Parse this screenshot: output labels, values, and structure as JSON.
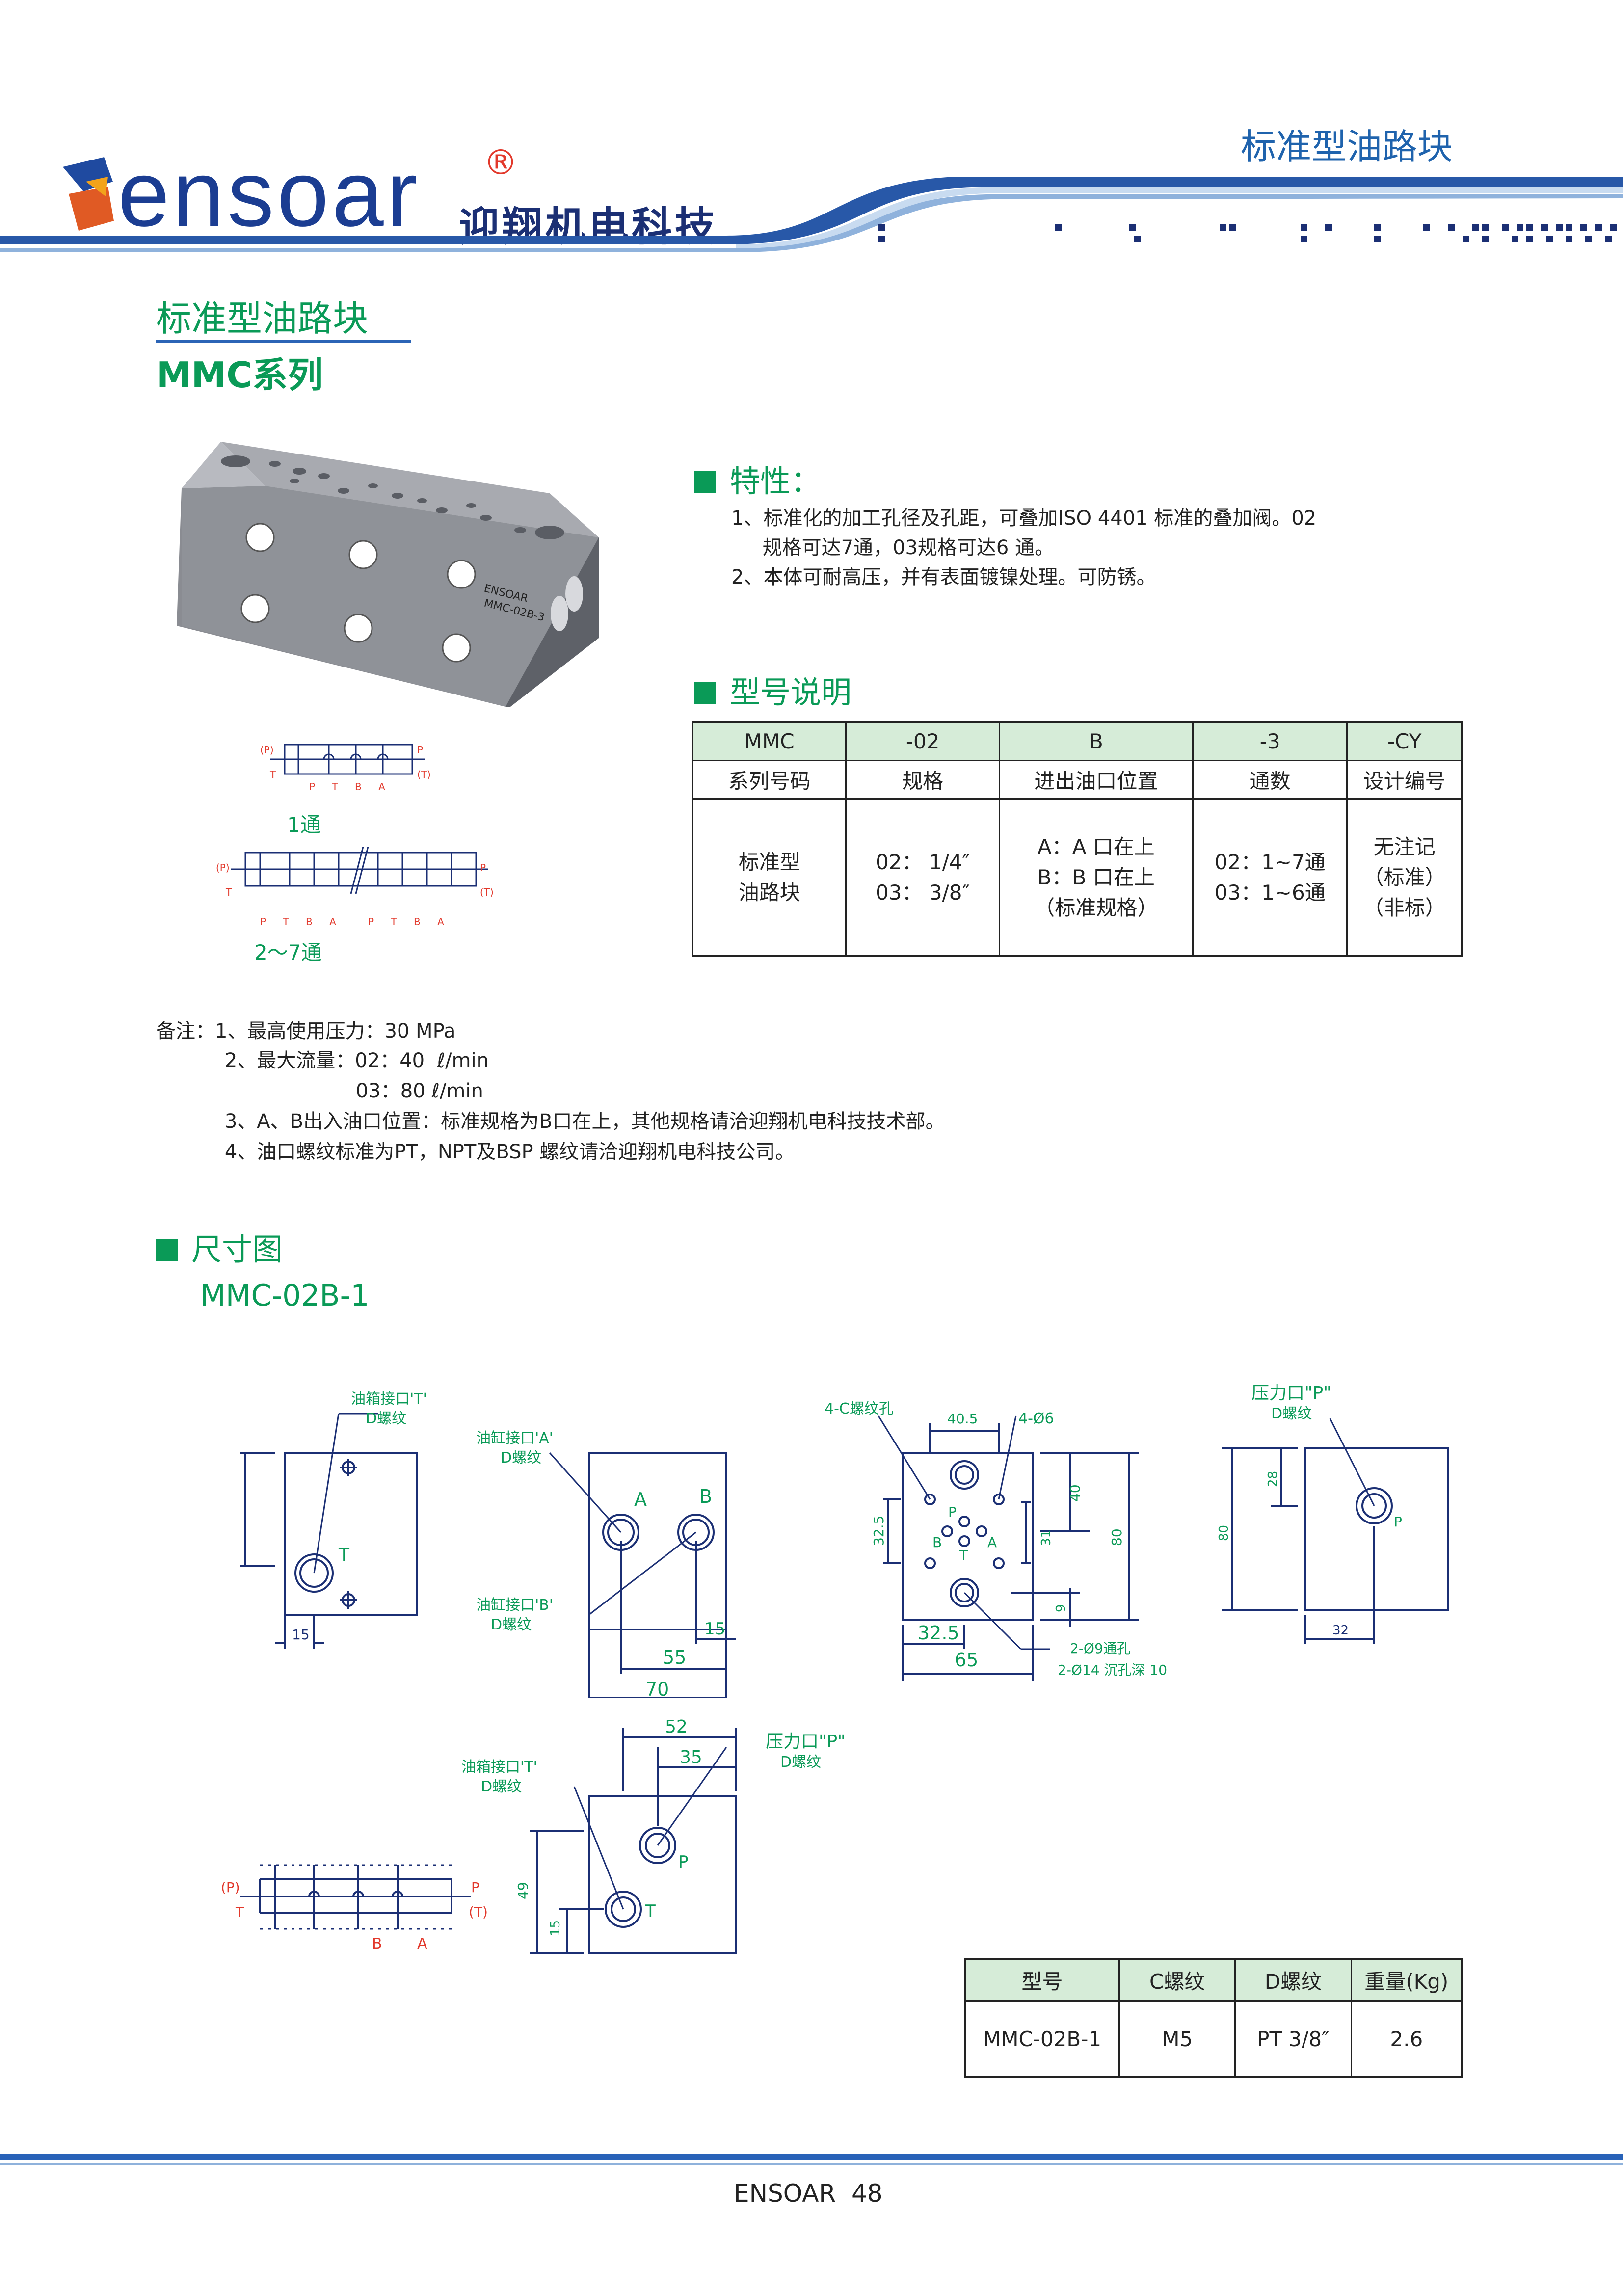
{
  "header": {
    "brand_word": "ensoar",
    "reg_mark": "®",
    "brand_cn": "迎翔机电科技",
    "category": "标准型油路块"
  },
  "title": {
    "name": "标准型油路块",
    "series": "MMC系列"
  },
  "block_photo": {
    "label_line1": "ENSOAR",
    "label_line2": "MMC-02B-3"
  },
  "schematics": {
    "one": {
      "label_p": "(P)",
      "label_t": "T",
      "label_p_right": "P",
      "label_t_right": "(T)",
      "ports": "P T B A",
      "caption": "1通"
    },
    "multi": {
      "label_p": "(P)",
      "label_t": "T",
      "label_p_right": "P",
      "label_t_right": "(T)",
      "ports_left": "P T B A",
      "ports_right": "P T B A",
      "caption": "2～7通"
    }
  },
  "features": {
    "heading": "特性：",
    "lines": [
      "1、标准化的加工孔径及孔距，可叠加ISO 4401 标准的叠加阀。02",
      "     规格可达7通，03规格可达6 通。",
      "2、本体可耐高压，并有表面镀镍处理。可防锈。"
    ]
  },
  "model_explain": {
    "heading": "型号说明",
    "header_row": [
      "MMC",
      "-02",
      "B",
      "-3",
      "-CY"
    ],
    "name_row": [
      "系列号码",
      "规格",
      "进出油口位置",
      "通数",
      "设计编号"
    ],
    "detail_row": [
      [
        "标准型",
        "油路块"
      ],
      [
        "02：  1/4″",
        "03：  3/8″"
      ],
      [
        "A：A 口在上",
        "B：B 口在上",
        "（标准规格）"
      ],
      [
        "02：1~7通",
        "03：1~6通"
      ],
      [
        "无注记",
        "（标准）",
        "（非标）"
      ]
    ]
  },
  "notes": {
    "lines": [
      "备注：1、最高使用压力：30 MPa",
      "           2、最大流量：02：40  ℓ/min",
      "                                03：80 ℓ/min",
      "           3、A、B出入油口位置：标准规格为B口在上，其他规格请洽迎翔机电科技技术部。",
      "           4、油口螺纹标准为PT，NPT及BSP 螺纹请洽迎翔机电科技公司。"
    ]
  },
  "dimensions": {
    "heading": "尺寸图",
    "model": "MMC-02B-1",
    "view1": {
      "callout1": "油箱接口'T'",
      "callout2": "D螺纹",
      "port_t": "T",
      "dim_15": "15"
    },
    "view2": {
      "callout_a1": "油缸接口'A'",
      "callout_a2": "D螺纹",
      "callout_b1": "油缸接口'B'",
      "callout_b2": "D螺纹",
      "port_a": "A",
      "port_b": "B",
      "dim_15": "15",
      "dim_55": "55",
      "dim_70": "70"
    },
    "view3": {
      "callout_c": "4-C螺纹孔",
      "dim_405": "40.5",
      "callout_d6": "4-Ø6",
      "dim_40": "40",
      "dim_31": "31",
      "dim_80": "80",
      "dim_325v": "32.5",
      "dim_9": "9",
      "dim_325h": "32.5",
      "dim_65": "65",
      "callout_hole1": "2-Ø9通孔",
      "callout_hole2": "2-Ø14 沉孔深 10",
      "port_p": "P",
      "port_b": "B",
      "port_a": "A",
      "port_t": "T"
    },
    "view4": {
      "callout1": "压力口\"P\"",
      "callout2": "D螺纹",
      "dim_28": "28",
      "dim_80": "80",
      "dim_32": "32",
      "port_p": "P"
    },
    "view5": {
      "callout_t1": "油箱接口'T'",
      "callout_t2": "D螺纹",
      "callout_p1": "压力口\"P\"",
      "callout_p2": "D螺纹",
      "dim_52": "52",
      "dim_35": "35",
      "dim_49": "49",
      "dim_15": "15",
      "port_p": "P",
      "port_t": "T"
    },
    "symbol": {
      "label_p": "(P)",
      "label_t": "T",
      "label_p_right": "P",
      "label_t_right": "(T)",
      "port_b": "B",
      "port_a": "A"
    }
  },
  "spec_table": {
    "headers": [
      "型号",
      "C螺纹",
      "D螺纹",
      "重量(Kg)"
    ],
    "row": [
      "MMC-02B-1",
      "M5",
      "PT 3/8″",
      "2.6"
    ]
  },
  "footer": {
    "text": "ENSOAR  48"
  }
}
